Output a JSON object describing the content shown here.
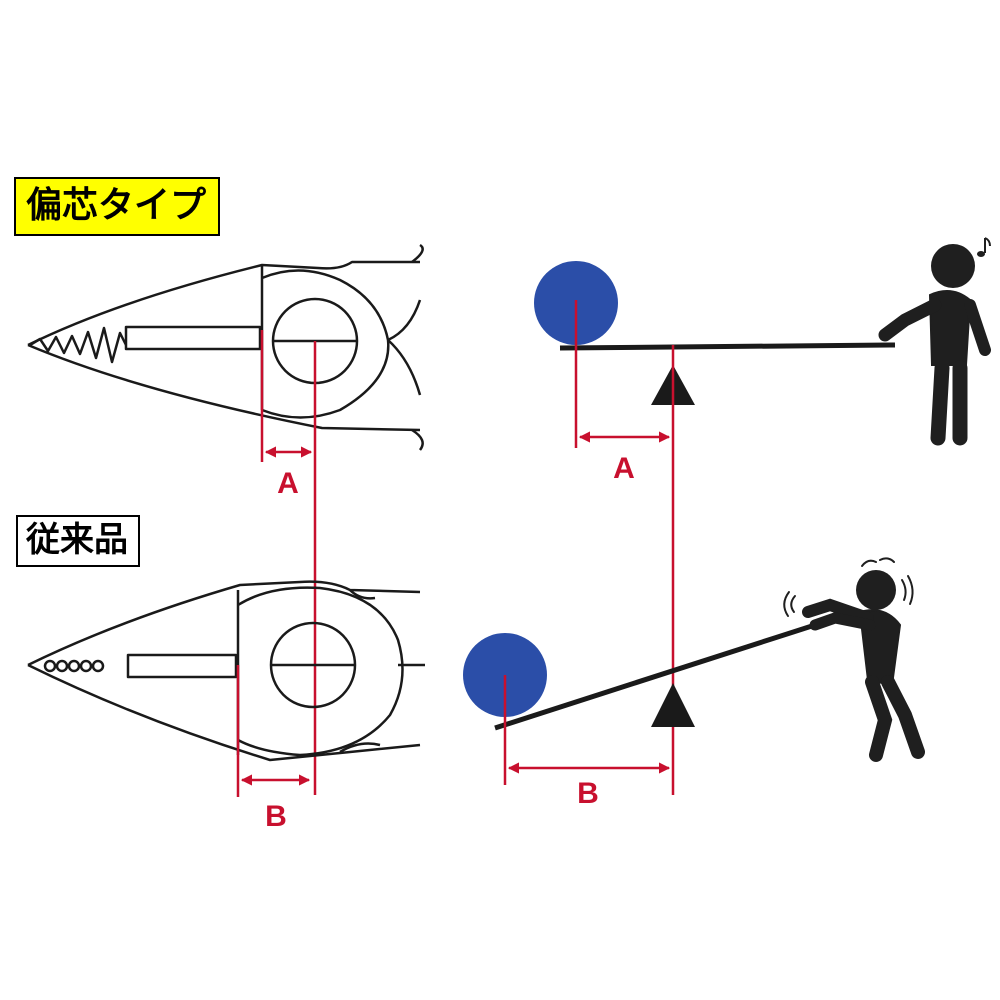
{
  "labels": {
    "offset_type": "偏芯タイプ",
    "conventional": "従来品",
    "dim_a": "A",
    "dim_b": "B"
  },
  "icons": {
    "music_note": "music-note-icon",
    "dizzy_marks": "dizzy-marks-icon"
  },
  "colors": {
    "dimension": "#c8102e",
    "ball": "#2b4ea8",
    "figure": "#1f1f1f",
    "label_highlight": "#ffff00",
    "outline": "#1a1a1a"
  }
}
